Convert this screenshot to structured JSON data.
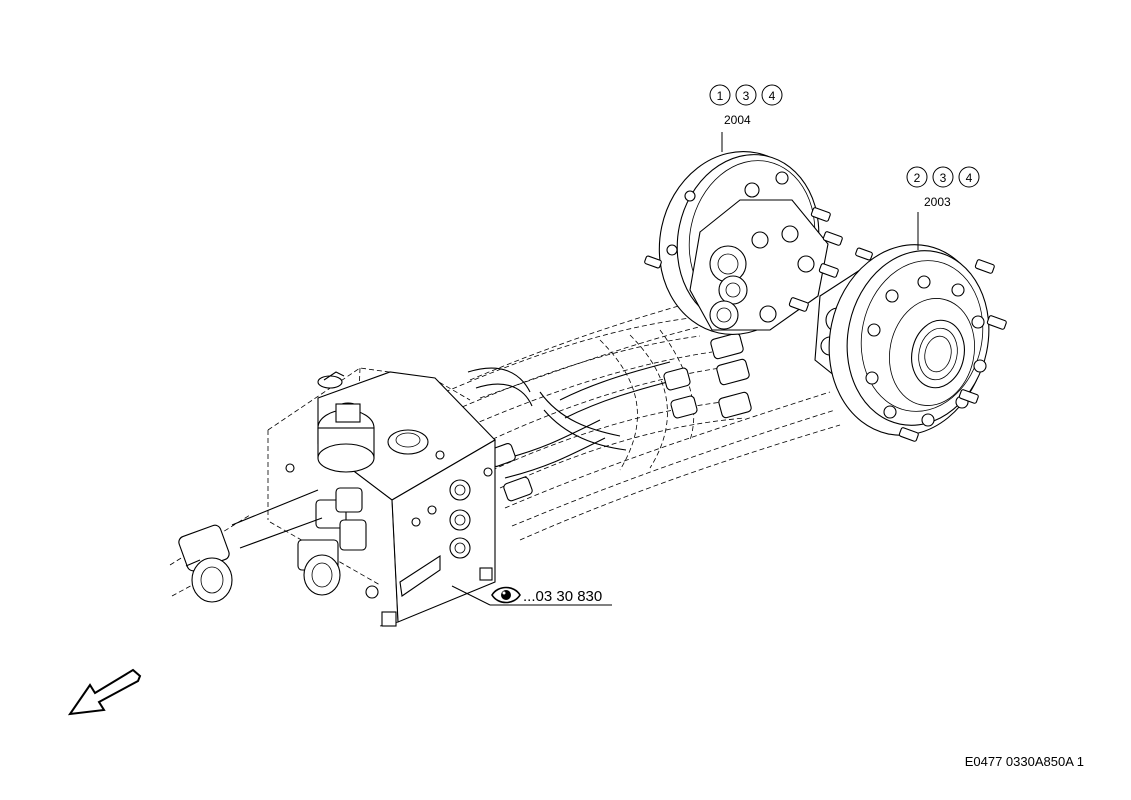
{
  "callouts": [
    {
      "numbers": [
        "1",
        "3",
        "4"
      ],
      "code": "2004"
    },
    {
      "numbers": [
        "2",
        "3",
        "4"
      ],
      "code": "2003"
    }
  ],
  "view_reference": {
    "icon": "eye-icon",
    "text": "...03 30 830"
  },
  "direction_arrow": {
    "icon": "direction-arrow-icon"
  },
  "figure_id": "E0477 0330A850A 1"
}
